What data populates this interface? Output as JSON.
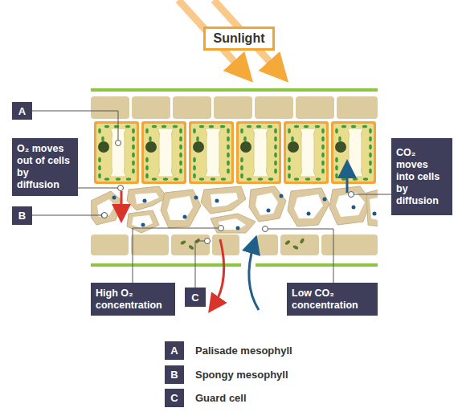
{
  "diagram": {
    "nodes": [
      {
        "text": [
          "Sunlight"
        ]
      },
      {
        "text": [
          "A"
        ]
      },
      {
        "text": [
          "O₂ moves out of cells by diffusion"
        ]
      },
      {
        "text": [
          "CO₂ moves into cells by diffusion"
        ]
      },
      {
        "text": [
          "B"
        ]
      },
      {
        "text": [
          "High O₂ concentration"
        ]
      },
      {
        "text": [
          "C"
        ]
      },
      {
        "text": [
          "Low CO₂ concentration"
        ]
      },
      {
        "text": [
          "A",
          "Palisade mesophyll"
        ]
      },
      {
        "text": [
          "B",
          "Spongy mesophyll"
        ]
      },
      {
        "text": [
          "C",
          "Guard cell"
        ]
      }
    ]
  }
}
